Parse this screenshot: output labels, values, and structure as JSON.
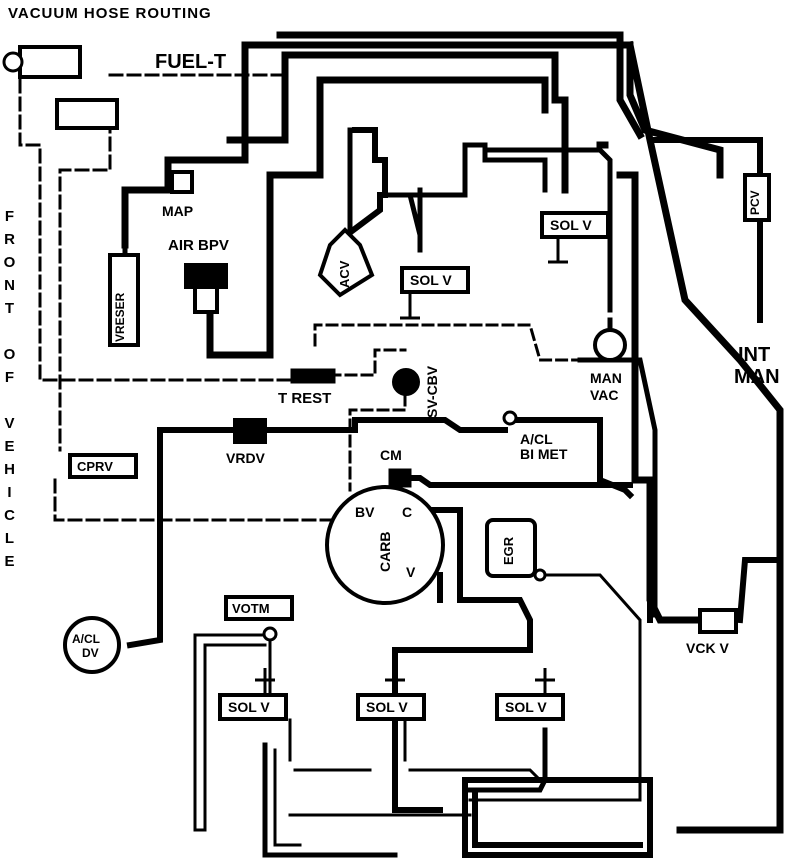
{
  "title": "VACUUM HOSE ROUTING",
  "side_label": "FRONT OF VEHICLE",
  "labels": {
    "fuel_t": "FUEL-T",
    "map": "MAP",
    "air_bpv": "AIR BPV",
    "vreser": "VRESER",
    "acv": "ACV",
    "sol_v": "SOL V",
    "pcv": "PCV",
    "int_man_1": "INT",
    "int_man_2": "MAN",
    "man_vac_1": "MAN",
    "man_vac_2": "VAC",
    "t_rest": "T REST",
    "sv_cbv": "SV-CBV",
    "vrdv": "VRDV",
    "a_cl_bi_met_1": "A/CL",
    "a_cl_bi_met_2": "BI MET",
    "cprv": "CPRV",
    "cm": "CM",
    "bv": "BV",
    "c": "C",
    "carb": "CARB",
    "v": "V",
    "egr": "EGR",
    "a_cl_dv_1": "A/CL",
    "a_cl_dv_2": "DV",
    "votm": "VOTM",
    "vck_v": "VCK V"
  }
}
